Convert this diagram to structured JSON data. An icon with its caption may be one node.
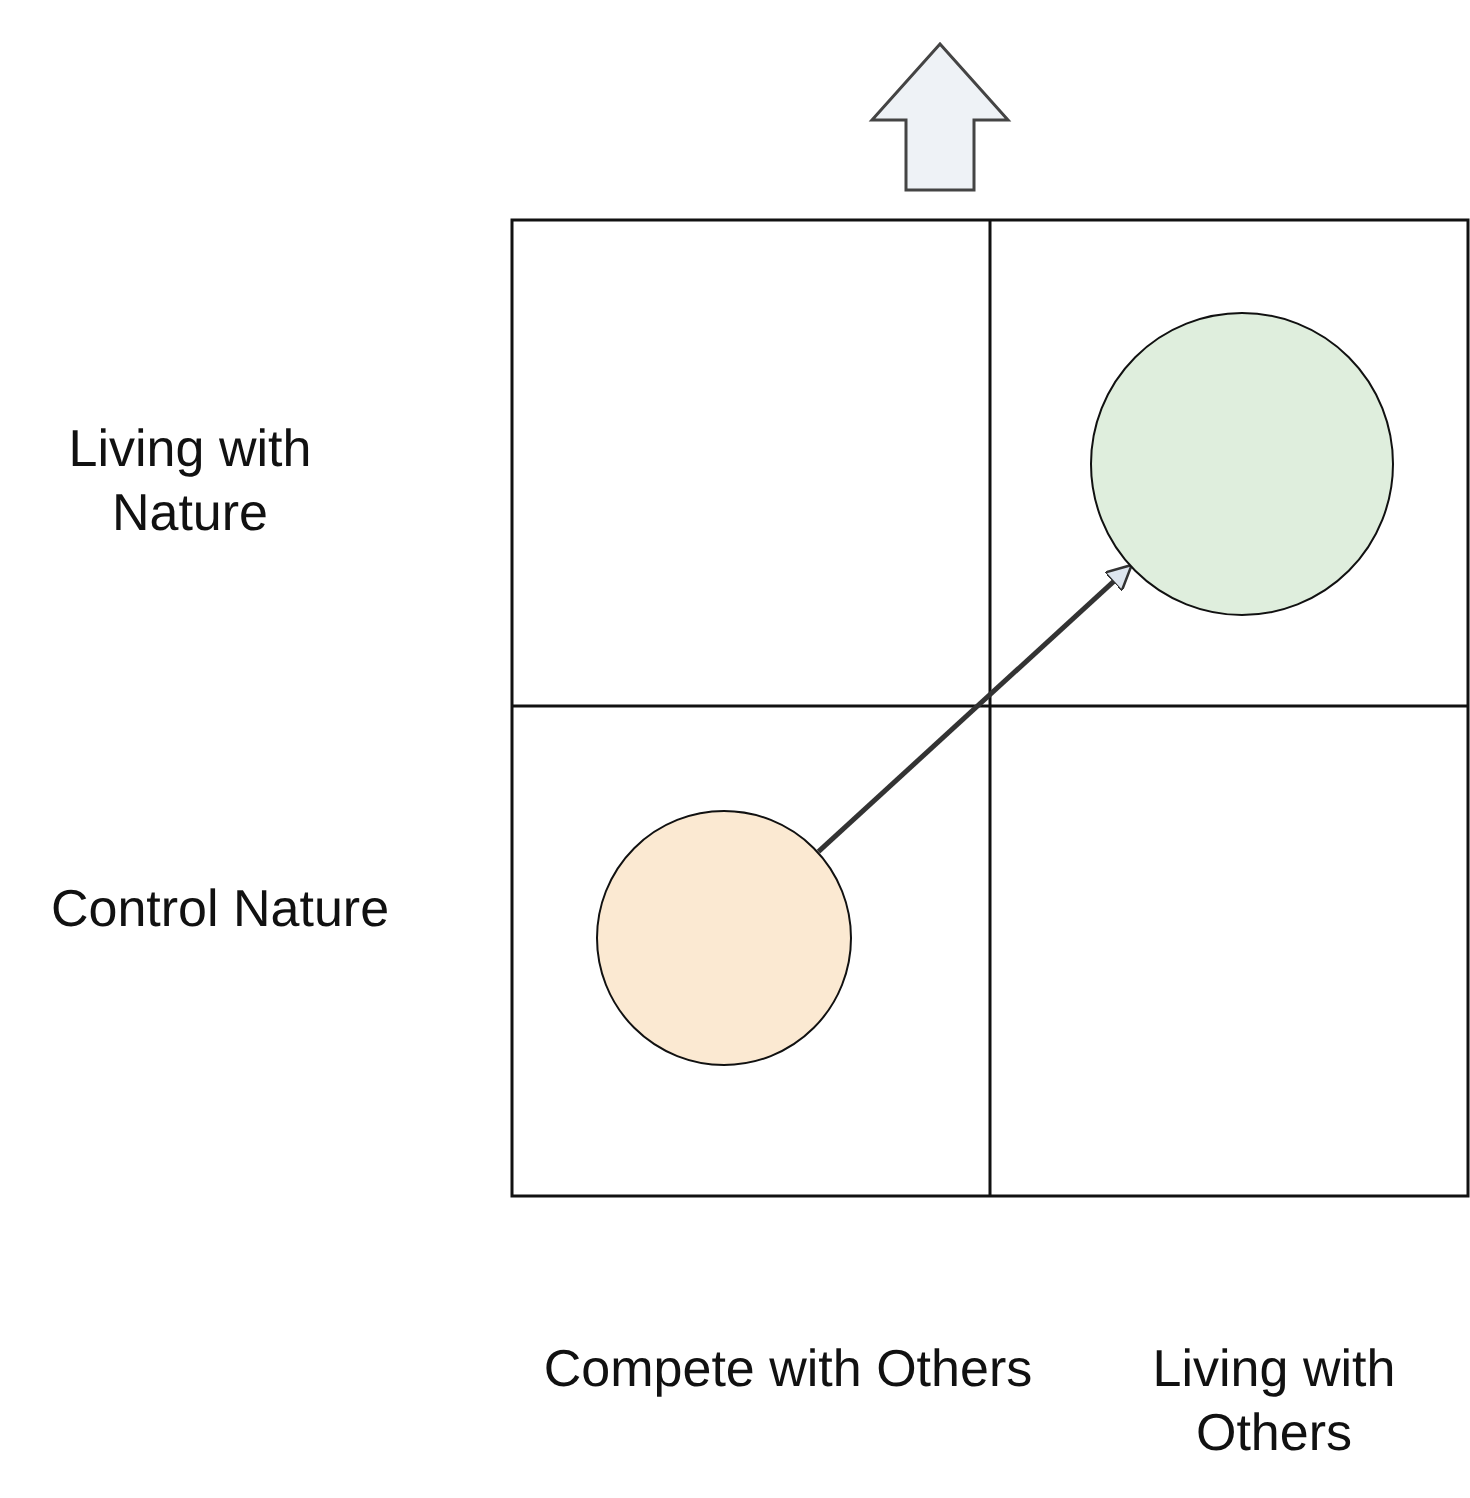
{
  "diagram": {
    "nodes": [
      {
        "text": [],
        "shape": "circle"
      },
      {
        "text": [],
        "shape": "circle"
      }
    ],
    "edges": [
      {
        "from": 1,
        "to": 0,
        "arrow": "to"
      }
    ],
    "labels": [
      "Living with Nature",
      "Control Nature",
      "Compete with Others",
      "Living with Others"
    ]
  }
}
